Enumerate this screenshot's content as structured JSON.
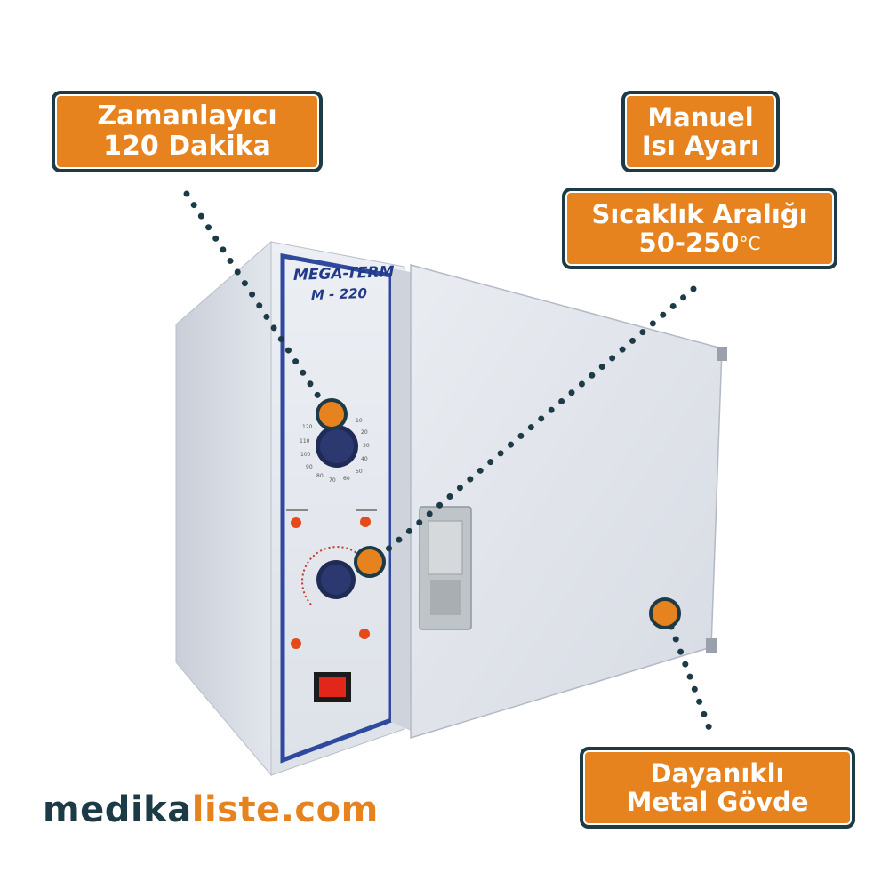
{
  "callouts": {
    "timer": {
      "line1": "Zamanlayıcı",
      "line2": "120 Dakika"
    },
    "manual": {
      "line1": "Manuel",
      "line2": "Isı Ayarı"
    },
    "range": {
      "line1": "Sıcaklık Aralığı",
      "line2": "50-250",
      "unit": "°C"
    },
    "body": {
      "line1": "Dayanıklı",
      "line2": "Metal Gövde"
    }
  },
  "brand": {
    "part1": "medika",
    "part2": "liste.com"
  },
  "device": {
    "brand": "MEGA-TERM",
    "model": "M - 220"
  },
  "colors": {
    "callout_fill": "#e6831f",
    "callout_border": "#1c3b47",
    "dot_line": "#1c3b47",
    "cabinet": "#dfe3ea",
    "panel_trim": "#2f4a9c"
  }
}
